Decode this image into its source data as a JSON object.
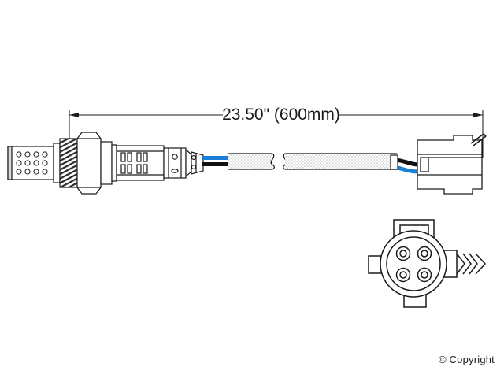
{
  "document": {
    "type": "technical-product-diagram",
    "subject": "Oxygen sensor with 4-wire connector",
    "background_color": "#ffffff",
    "line_color": "#1a1a1a"
  },
  "dimension": {
    "label": "23.50\" (600mm)",
    "inches": "23.50\"",
    "millimeters": "(600mm)",
    "style": "horizontal-dimension-line-with-arrows"
  },
  "sensor": {
    "tip_shield": {
      "name": "perforated-protective-shield",
      "hole_rows": 3,
      "hole_cols": 4,
      "hole_count": 12
    },
    "threads": {
      "name": "threaded-section"
    },
    "hex_nut": {
      "name": "hex-nut"
    },
    "body": {
      "name": "sensor-body-housing"
    },
    "boot": {
      "name": "rubber-boot"
    }
  },
  "cable": {
    "wires": [
      {
        "name": "blue-wire",
        "color": "#1a7fd4"
      },
      {
        "name": "black-wire",
        "color": "#111111"
      }
    ],
    "sleeve": {
      "name": "braided-cable-sleeve",
      "fill": "#f2f2f2",
      "pattern": "crosshatch"
    },
    "break_symbol": {
      "name": "cable-break-symbol"
    }
  },
  "connector": {
    "side_view": {
      "name": "connector-side-view"
    },
    "face_view": {
      "name": "connector-face-view",
      "pin_count": 4,
      "pin_layout": "2x2",
      "pins": [
        "pin-1",
        "pin-2",
        "pin-3",
        "pin-4"
      ],
      "latch": "arrow-latch"
    }
  },
  "footer": {
    "copyright": "© Copyright"
  },
  "colors": {
    "line": "#1a1a1a",
    "blue_wire": "#1a7fd4",
    "black_wire": "#111111",
    "sleeve_fill": "#f2f2f2",
    "metal_fill": "#ffffff",
    "shade": "#d8d8d8"
  }
}
